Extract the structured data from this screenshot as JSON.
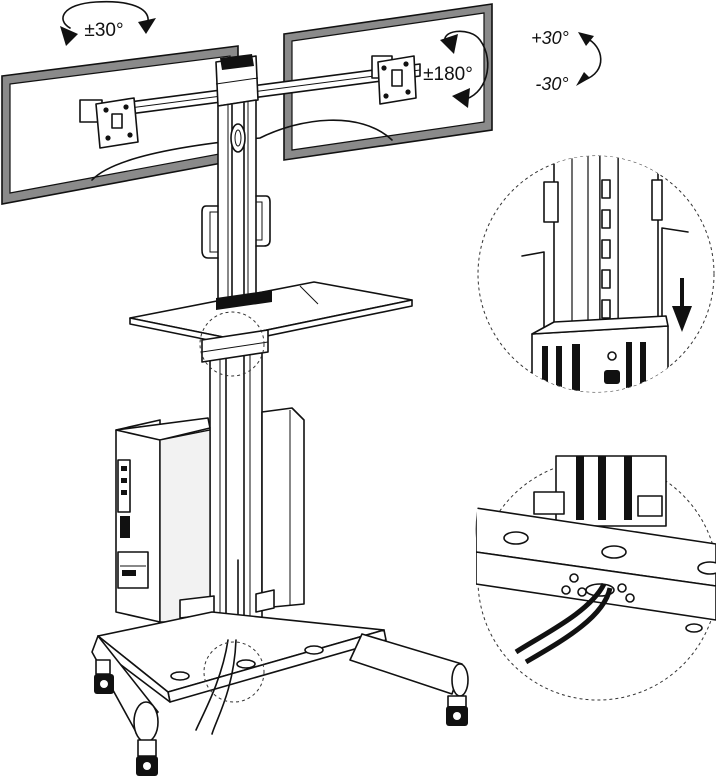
{
  "labels": {
    "tilt_top": "±30°",
    "rotate": "±180°",
    "tilt_plus": "+30°",
    "tilt_minus": "-30°"
  },
  "colors": {
    "line": "#111111",
    "background": "#ffffff",
    "monitor_frame": "#8a8a8a"
  },
  "icons": {
    "tilt_arrow": "curved-double-arrow",
    "rotate_arrow": "circular-double-arrow",
    "down_arrow": "arrow-down"
  }
}
